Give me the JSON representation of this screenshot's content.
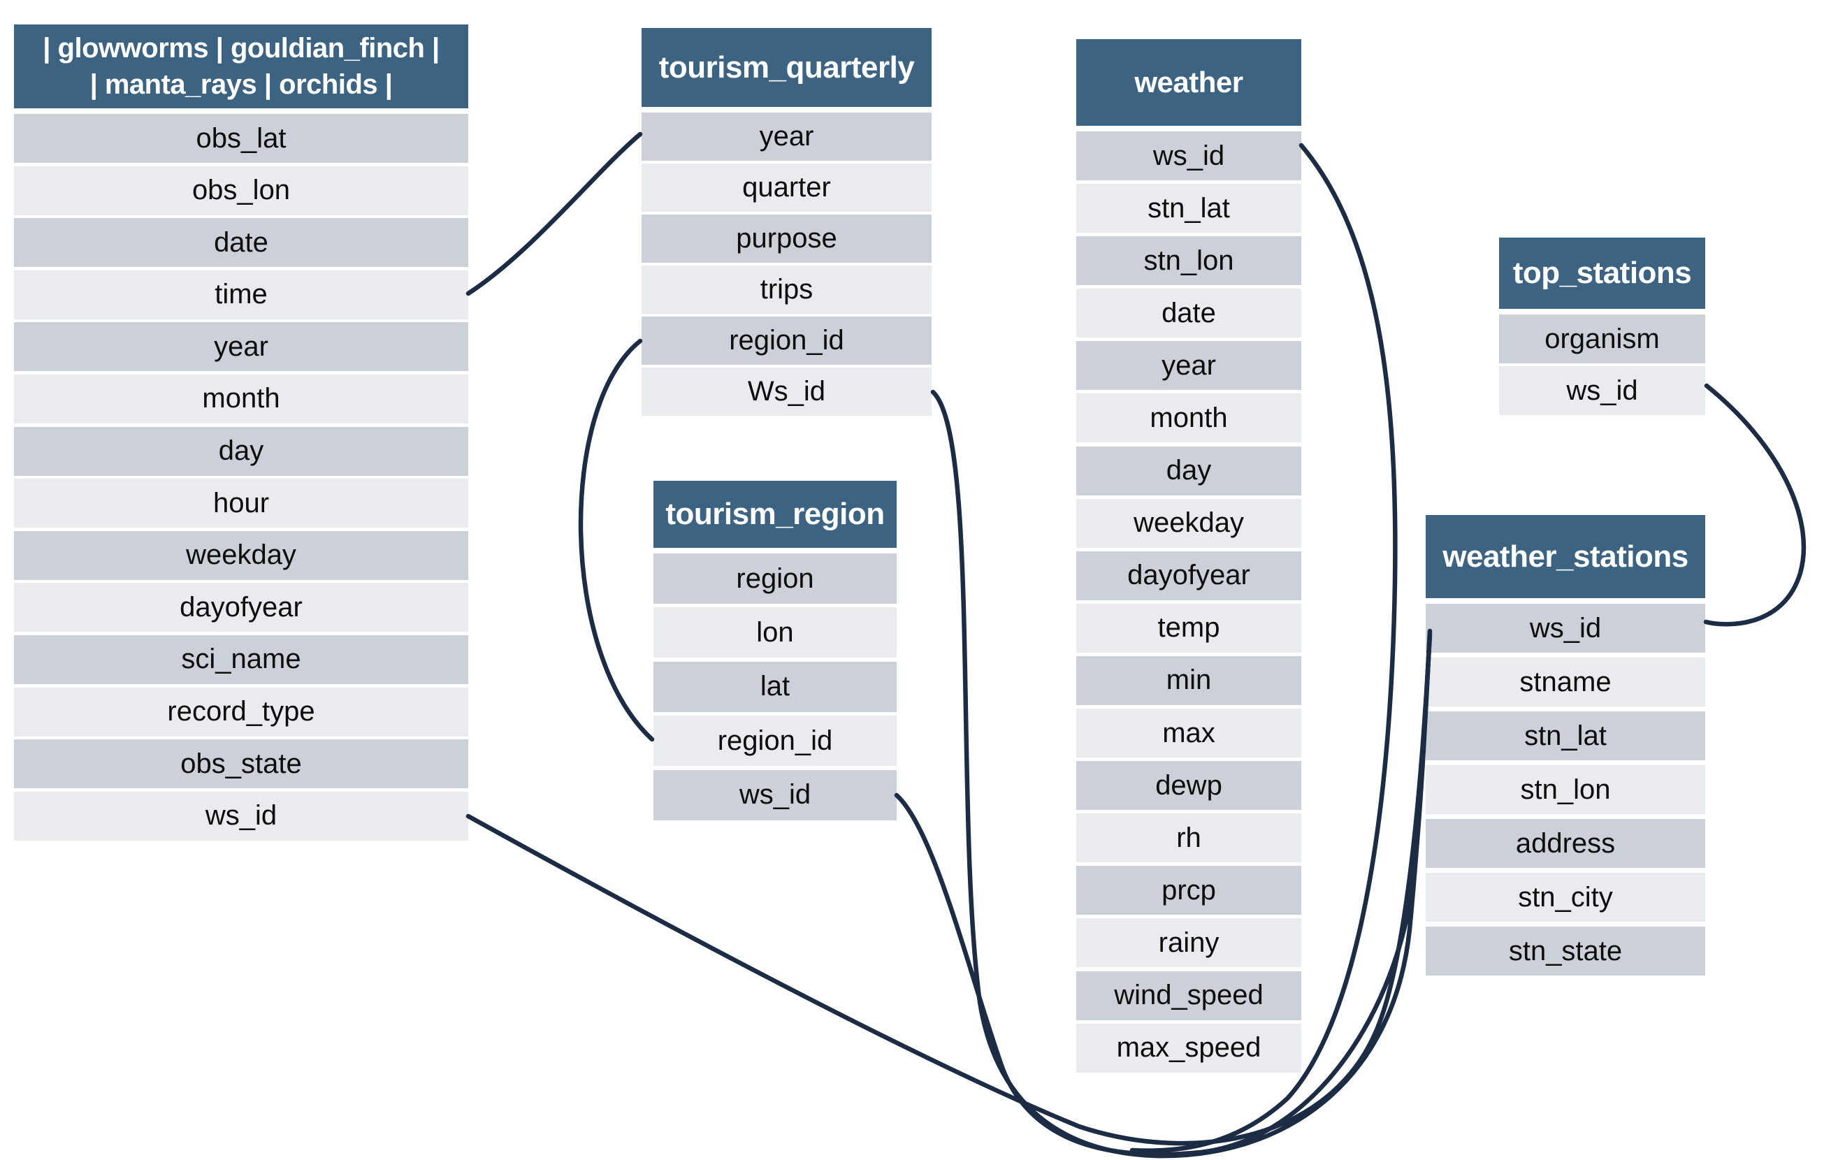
{
  "diagram": {
    "title": "database schema diagram",
    "tables": [
      {
        "id": "biodiversity",
        "title_lines": [
          "| glowworms | gouldian_finch |",
          "| manta_rays | orchids |"
        ],
        "fields": [
          "obs_lat",
          "obs_lon",
          "date",
          "time",
          "year",
          "month",
          "day",
          "hour",
          "weekday",
          "dayofyear",
          "sci_name",
          "record_type",
          "obs_state",
          "ws_id"
        ]
      },
      {
        "id": "tourism_quarterly",
        "title": "tourism_quarterly",
        "fields": [
          "year",
          "quarter",
          "purpose",
          "trips",
          "region_id",
          "Ws_id"
        ]
      },
      {
        "id": "tourism_region",
        "title": "tourism_region",
        "fields": [
          "region",
          "lon",
          "lat",
          "region_id",
          "ws_id"
        ]
      },
      {
        "id": "weather",
        "title": "weather",
        "fields": [
          "ws_id",
          "stn_lat",
          "stn_lon",
          "date",
          "year",
          "month",
          "day",
          "weekday",
          "dayofyear",
          "temp",
          "min",
          "max",
          "dewp",
          "rh",
          "prcp",
          "rainy",
          "wind_speed",
          "max_speed"
        ]
      },
      {
        "id": "top_stations",
        "title": "top_stations",
        "fields": [
          "organism",
          "ws_id"
        ]
      },
      {
        "id": "weather_stations",
        "title": "weather_stations",
        "fields": [
          "ws_id",
          "stname",
          "stn_lat",
          "stn_lon",
          "address",
          "stn_city",
          "stn_state"
        ]
      }
    ],
    "relationships": [
      {
        "id": "time-to-year",
        "from": "biodiversity.time",
        "to": "tourism_quarterly.year"
      },
      {
        "id": "regionid-to-regionid",
        "from": "tourism_quarterly.region_id",
        "to": "tourism_region.region_id"
      },
      {
        "id": "tq-wsid-to-ws",
        "from": "tourism_quarterly.Ws_id",
        "to": "weather_stations.ws_id"
      },
      {
        "id": "tr-wsid-to-ws",
        "from": "tourism_region.ws_id",
        "to": "weather_stations.ws_id"
      },
      {
        "id": "bio-wsid-to-ws",
        "from": "biodiversity.ws_id",
        "to": "weather_stations.ws_id"
      },
      {
        "id": "weather-wsid-to-ws",
        "from": "weather.ws_id",
        "to": "weather_stations.ws_id"
      },
      {
        "id": "top-wsid-to-ws",
        "from": "top_stations.ws_id",
        "to": "weather_stations.ws_id"
      }
    ],
    "colors": {
      "header_bg": "#3d6383",
      "header_text": "#ffffff",
      "row_dark": "#ccd1d9",
      "row_light": "#e9ebee",
      "row_text": "#0d0d0d",
      "connector": "#1b2c44",
      "background": "#ffffff"
    }
  }
}
